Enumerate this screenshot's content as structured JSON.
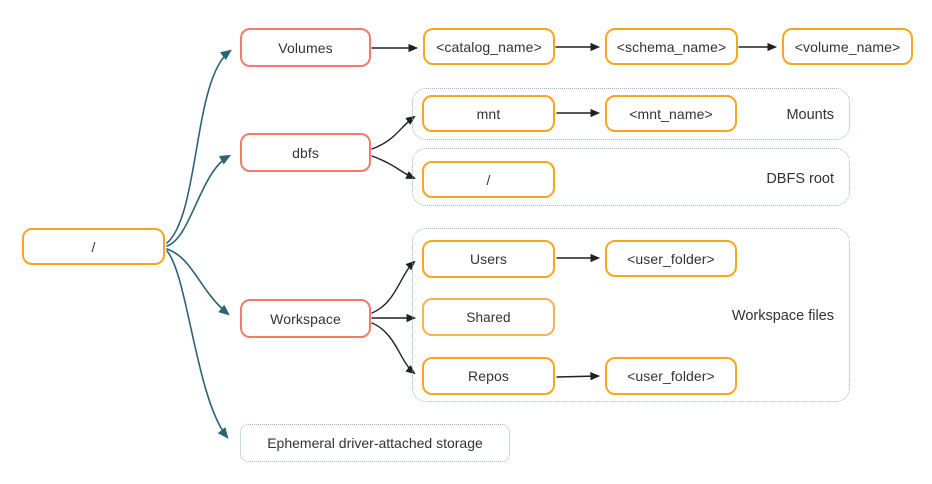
{
  "nodes": {
    "root": "/",
    "volumes": "Volumes",
    "dbfs": "dbfs",
    "workspace": "Workspace",
    "ephemeral": "Ephemeral driver-attached storage",
    "catalog": "<catalog_name>",
    "schema": "<schema_name>",
    "volume": "<volume_name>",
    "mnt": "mnt",
    "mnt_name": "<mnt_name>",
    "dbfs_root_slash": "/",
    "users": "Users",
    "user_folder_users": "<user_folder>",
    "shared": "Shared",
    "repos": "Repos",
    "user_folder_repos": "<user_folder>"
  },
  "group_labels": {
    "mounts": "Mounts",
    "dbfs_root": "DBFS root",
    "workspace_files": "Workspace files"
  },
  "colors": {
    "orange": "#F9A61F",
    "orange_light": "#F8B256",
    "salmon": "#F5796C",
    "dotted_blue": "#96B7CE",
    "teal_arrow": "#2D6375",
    "black_arrow": "#212121",
    "text": "#32323A"
  }
}
